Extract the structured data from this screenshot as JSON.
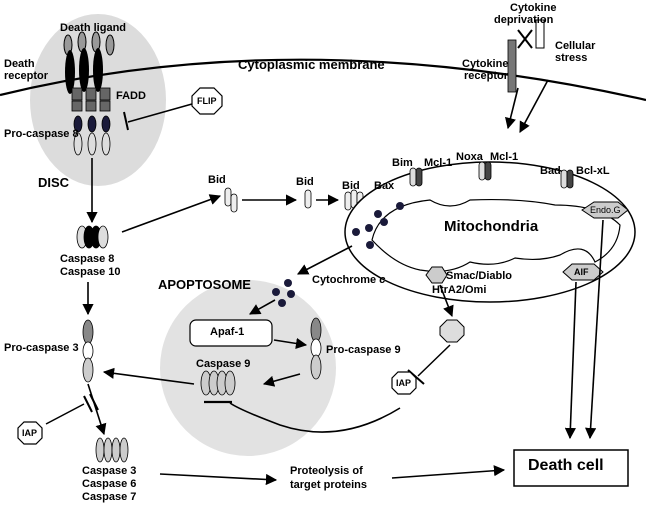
{
  "membrane_label": "Cytoplasmic membrane",
  "death_ligand": "Death ligand",
  "death_receptor": [
    "Death",
    "receptor"
  ],
  "fadd": "FADD",
  "flip": "FLIP",
  "pro_caspase_8": "Pro-caspase 8",
  "disc": "DISC",
  "caspase_8_10": [
    "Caspase 8",
    "Caspase 10"
  ],
  "cytokine_deprivation": [
    "Cytokine",
    "deprivation"
  ],
  "cellular_stress": [
    "Cellular",
    "stress"
  ],
  "cytokine_receptor": [
    "Cytokine",
    "receptor"
  ],
  "bid": "Bid",
  "bax": "Bax",
  "bim": "Bim",
  "mcl1": "Mcl-1",
  "noxa": "Noxa",
  "bad": "Bad",
  "bclxl": "Bcl-xL",
  "mitochondria": "Mitochondria",
  "endo_g": "Endo.G",
  "aif": "AIF",
  "smac_diablo": "Smac/Diablo",
  "htra2_omi": "HtrA2/Omi",
  "cytochrome_c": "Cytochrome",
  "cytochrome_c_italic": "c",
  "apoptosome": "APOPTOSOME",
  "apaf1": "Apaf-1",
  "pro_caspase_9": "Pro-caspase 9",
  "caspase_9": "Caspase 9",
  "pro_caspase_3": "Pro-caspase 3",
  "iap": "IAP",
  "caspase_3_6_7": [
    "Caspase 3",
    "Caspase 6",
    "Caspase 7"
  ],
  "proteolysis": [
    "Proteolysis of",
    "target proteins"
  ],
  "death_cell": "Death cell",
  "colors": {
    "disc_bg": "#dcdcdc",
    "dark_bead": "#1a1a3a",
    "receptor": "#666666"
  }
}
